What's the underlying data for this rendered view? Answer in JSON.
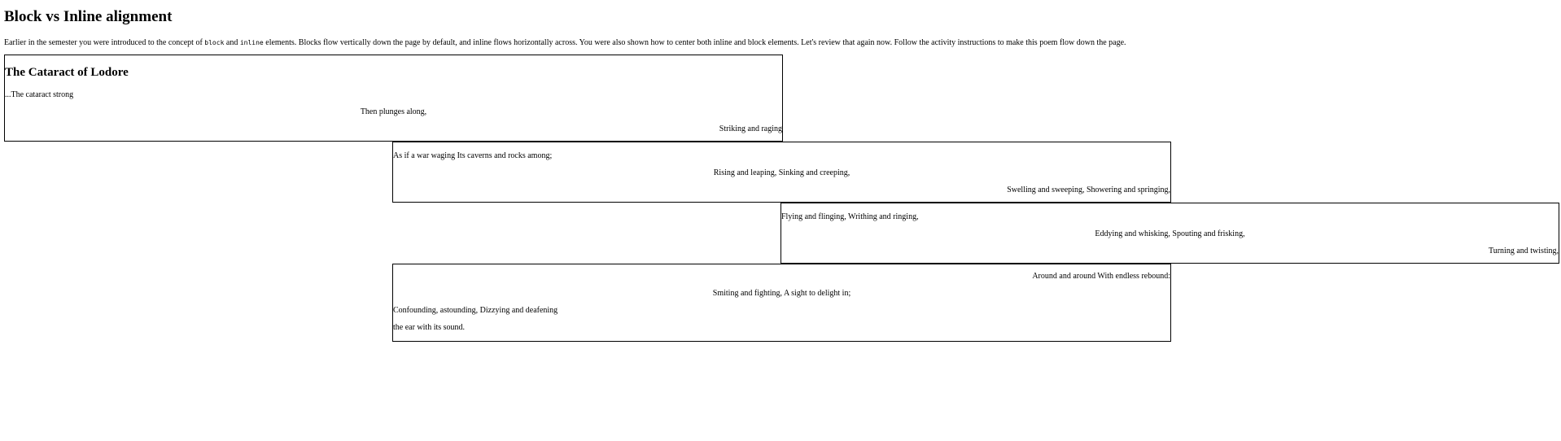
{
  "page": {
    "title": "Block vs Inline alignment",
    "intro": {
      "before_block": "Earlier in the semester you were introduced to the concept of ",
      "block_code": "block",
      "between": " and ",
      "inline_code": "inline",
      "after": " elements. Blocks flow vertically down the page by default, and inline flows horizontally across. You were also shown how to center both inline and block elements. Let's review that again now. Follow the activity instructions to make this poem flow down the page."
    }
  },
  "poem": {
    "title": "The Cataract of Lodore",
    "boxes": [
      {
        "lines": [
          {
            "text": "...The cataract strong",
            "align": "left"
          },
          {
            "text": "Then plunges along,",
            "align": "center"
          },
          {
            "text": "Striking and raging",
            "align": "right"
          }
        ]
      },
      {
        "lines": [
          {
            "text": "As if a war waging Its caverns and rocks among;",
            "align": "left"
          },
          {
            "text": "Rising and leaping, Sinking and creeping,",
            "align": "center"
          },
          {
            "text": "Swelling and sweeping, Showering and springing,",
            "align": "right"
          }
        ]
      },
      {
        "lines": [
          {
            "text": "Flying and flinging, Writhing and ringing,",
            "align": "left"
          },
          {
            "text": "Eddying and whisking, Spouting and frisking,",
            "align": "center"
          },
          {
            "text": "Turning and twisting,",
            "align": "right"
          }
        ]
      },
      {
        "lines": [
          {
            "text": "Around and around With endless rebound:",
            "align": "right"
          },
          {
            "text": "Smiting and fighting, A sight to delight in;",
            "align": "center"
          },
          {
            "text": "Confounding, astounding, Dizzying and deafening",
            "align": "left"
          },
          {
            "text": "the ear with its sound.",
            "align": "left"
          }
        ]
      }
    ]
  }
}
